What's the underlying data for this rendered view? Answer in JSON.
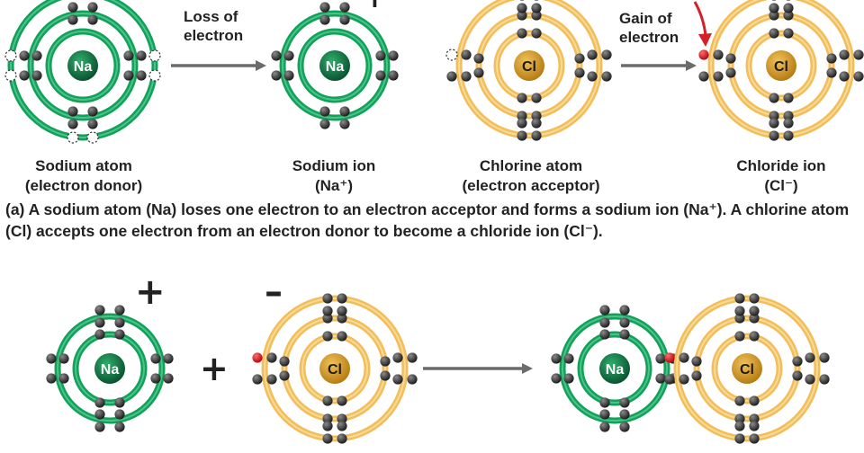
{
  "colors": {
    "sodium_ring": "#12a05a",
    "sodium_ring_light": "#5fd69a",
    "sodium_nucleus": "#0d6a3c",
    "chlorine_ring": "#f2be5c",
    "chlorine_ring_light": "#fde6ac",
    "chlorine_nucleus": "#d49a2a",
    "electron": "#3a3a3a",
    "gained_electron": "#d8141d",
    "arrow": "#6b6b6b",
    "red_arrow": "#d3202a"
  },
  "symbols": {
    "sodium": "Na",
    "chlorine": "Cl"
  },
  "top_row": {
    "sodium_atom_label": [
      "Sodium atom",
      "(electron donor)"
    ],
    "sodium_ion_label": [
      "Sodium ion",
      "(Na⁺)"
    ],
    "chlorine_atom_label": [
      "Chlorine atom",
      "(electron acceptor)"
    ],
    "chloride_ion_label": [
      "Chloride ion",
      "(Cl⁻)"
    ],
    "loss_arrow_label": [
      "Loss of",
      "electron"
    ],
    "gain_arrow_label": [
      "Gain of",
      "electron"
    ]
  },
  "caption": {
    "tag": "(a)",
    "text": " A sodium atom (Na) loses one electron to an electron acceptor and forms a sodium ion (Na⁺). A chlorine atom (Cl) accepts one electron from an electron donor to become a chloride ion (Cl⁻)."
  },
  "bottom_row": {
    "plus_charge": "+",
    "minus_charge": "–",
    "plus_operator": "+"
  }
}
